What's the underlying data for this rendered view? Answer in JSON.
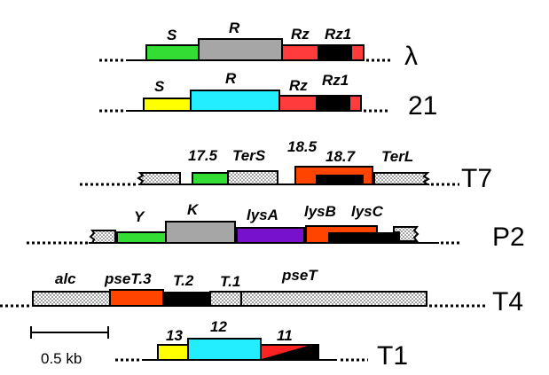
{
  "colors": {
    "green": "#33dd33",
    "gray": "#a6a6a6",
    "red": "#ff3b3b",
    "orange": "#ff4400",
    "black": "#000000",
    "yellow": "#ffff00",
    "cyan": "#22eeff",
    "purple": "#7711cc"
  },
  "rows": {
    "lambda": {
      "phage": "λ",
      "genes": [
        "S",
        "R",
        "Rz",
        "Rz1"
      ]
    },
    "p21": {
      "phage": "21",
      "genes": [
        "S",
        "R",
        "Rz",
        "Rz1"
      ]
    },
    "t7": {
      "phage": "T7",
      "genes": [
        "17.5",
        "TerS",
        "18.5",
        "18.7",
        "TerL"
      ]
    },
    "p2": {
      "phage": "P2",
      "genes": [
        "Y",
        "K",
        "lysA",
        "lysB",
        "lysC"
      ]
    },
    "t4": {
      "phage": "T4",
      "genes": [
        "alc",
        "pseT.3",
        "T.2",
        "T.1",
        "pseT"
      ]
    },
    "t1": {
      "phage": "T1",
      "genes": [
        "13",
        "12",
        "11"
      ]
    }
  },
  "scale_bar": {
    "label": "0.5 kb"
  }
}
